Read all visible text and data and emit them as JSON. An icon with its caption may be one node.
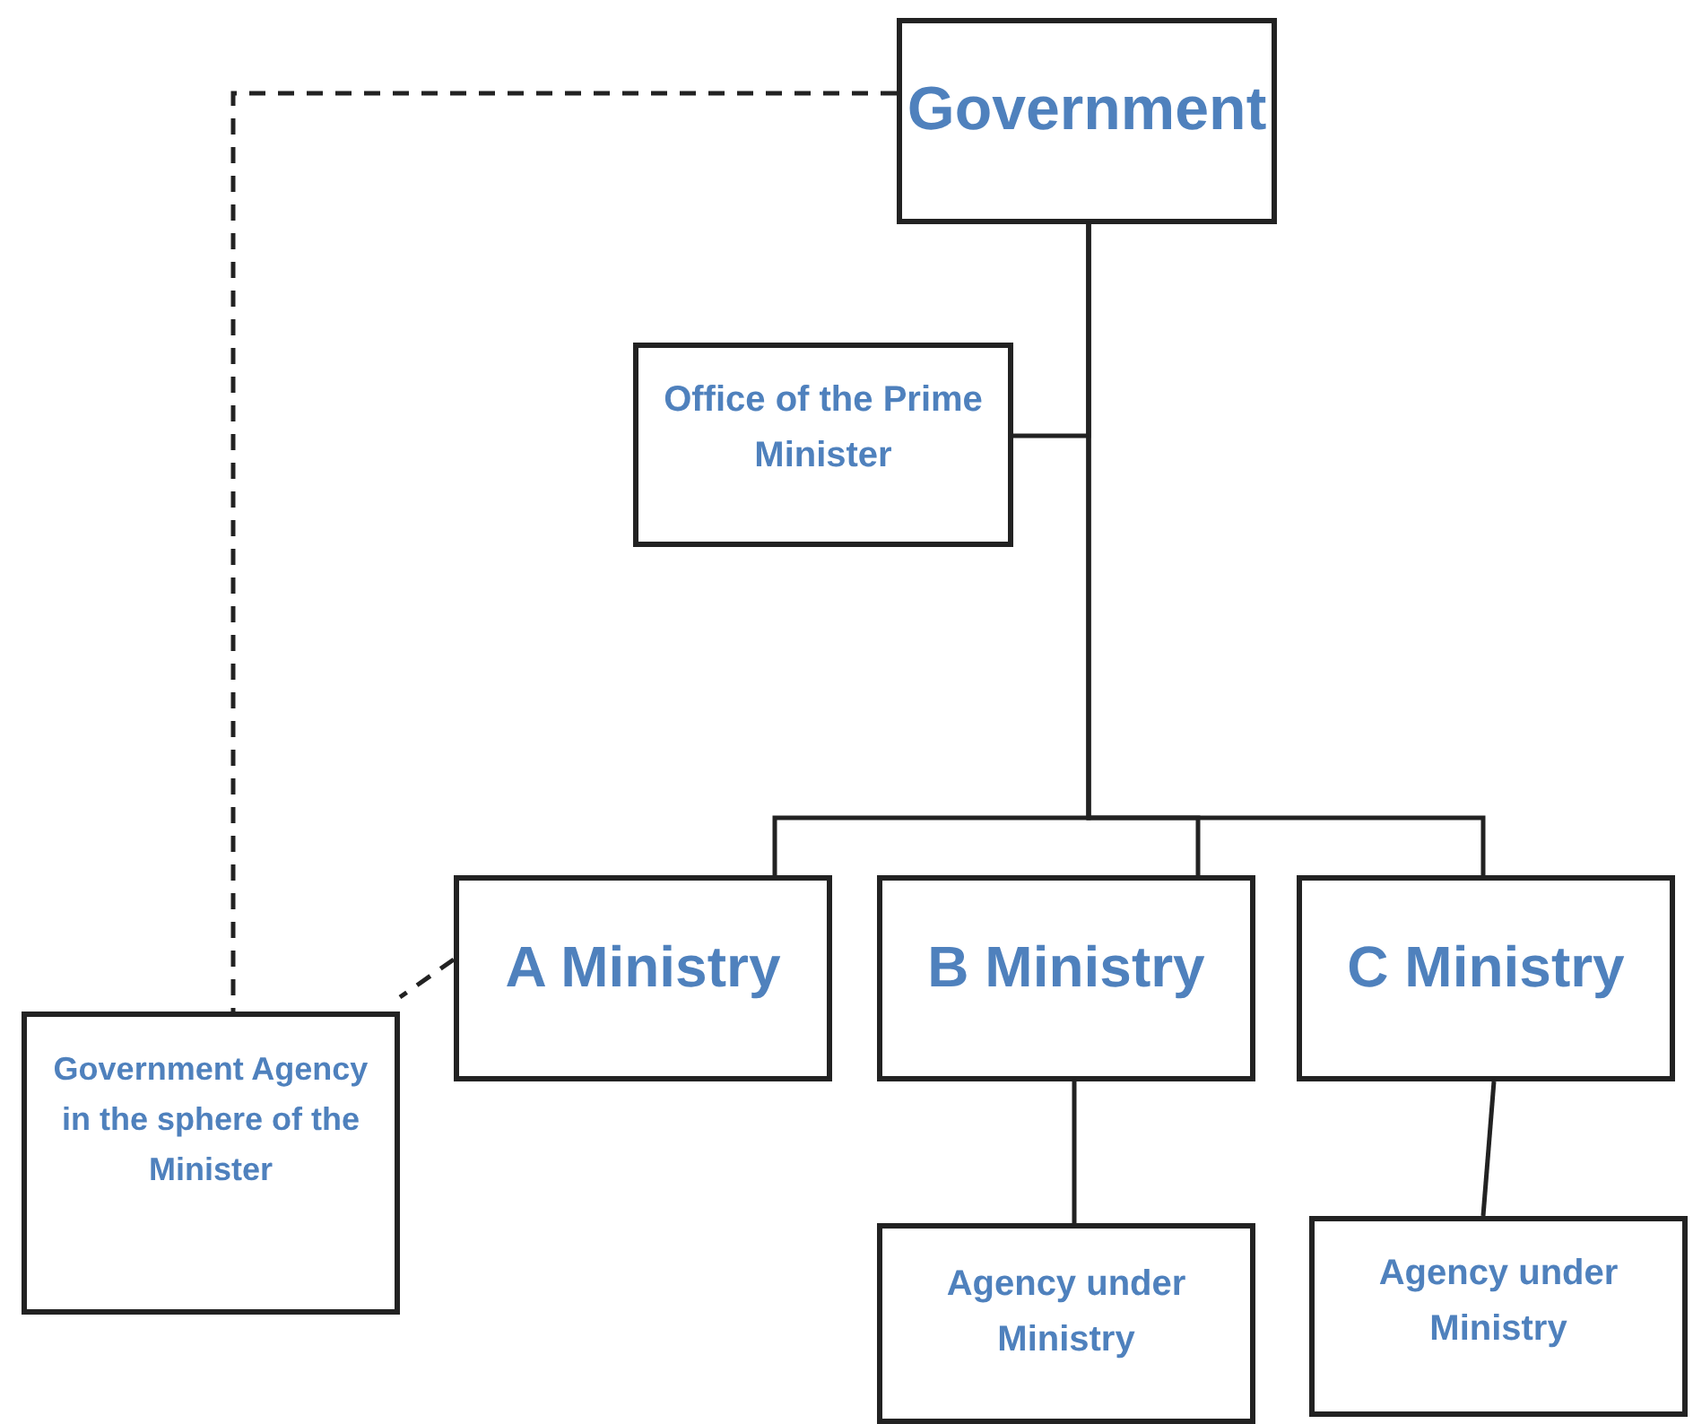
{
  "diagram": {
    "nodes": [
      {
        "text": [
          "Government"
        ]
      },
      {
        "text": [
          "Office of the Prime Minister"
        ]
      },
      {
        "text": [
          "A Ministry"
        ]
      },
      {
        "text": [
          "B Ministry"
        ]
      },
      {
        "text": [
          "C Ministry"
        ]
      },
      {
        "text": [
          "Government Agency in the sphere of the Minister"
        ]
      },
      {
        "text": [
          "Agency under Ministry"
        ]
      },
      {
        "text": [
          "Agency under Ministry"
        ]
      }
    ],
    "edges": [
      {
        "from": 0,
        "to": 1,
        "arrow": "none"
      },
      {
        "from": 0,
        "to": 2,
        "arrow": "none"
      },
      {
        "from": 0,
        "to": 3,
        "arrow": "none"
      },
      {
        "from": 0,
        "to": 4,
        "arrow": "none"
      },
      {
        "from": 0,
        "to": 5,
        "arrow": "none",
        "style": "dashed"
      },
      {
        "from": 2,
        "to": 5,
        "arrow": "none",
        "style": "dashed"
      },
      {
        "from": 3,
        "to": 6,
        "arrow": "none"
      },
      {
        "from": 4,
        "to": 7,
        "arrow": "none"
      }
    ]
  }
}
